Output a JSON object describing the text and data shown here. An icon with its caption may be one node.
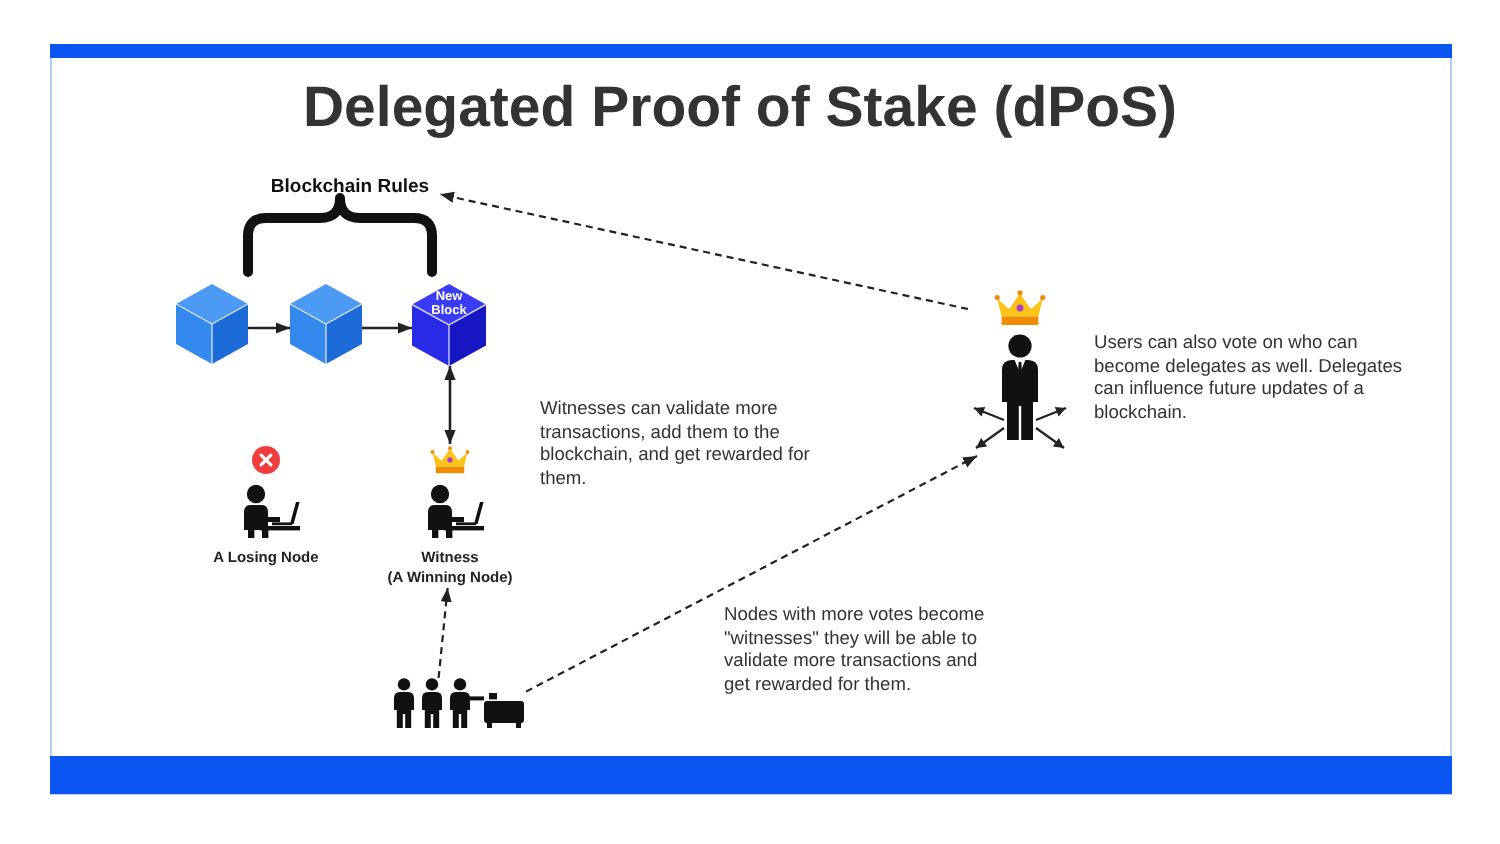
{
  "diagram": {
    "title": "Delegated Proof of Stake (dPoS)",
    "nodes": [
      {
        "text": [
          "Blockchain Rules"
        ]
      },
      {
        "text": [],
        "shape": "cube"
      },
      {
        "text": [],
        "shape": "cube"
      },
      {
        "text": [
          "New Block"
        ]
      },
      {
        "text": [],
        "shape": "person"
      },
      {
        "text": [
          "A Losing Node"
        ]
      },
      {
        "text": [
          "Witness",
          "(A Winning Node)"
        ]
      },
      {
        "text": [],
        "shape": "person"
      }
    ],
    "edges": [
      {
        "from": 1,
        "to": 2,
        "arrow": "to"
      },
      {
        "from": 2,
        "to": 3,
        "arrow": "to"
      },
      {
        "from": 3,
        "to": 6,
        "arrow": "both"
      },
      {
        "from": 7,
        "to": 6,
        "arrow": "to",
        "style": "dashed"
      },
      {
        "from": 7,
        "to": 4,
        "arrow": "to",
        "style": "dashed"
      },
      {
        "from": 4,
        "to": 0,
        "arrow": "to",
        "style": "dashed"
      }
    ],
    "labels": [
      "Users can also vote on who can become delegates as well. Delegates can influence future updates of a blockchain.",
      "Witnesses can validate more transactions, add them to the blockchain, and get rewarded for them.",
      "Nodes with more votes become \"witnesses\" they will be able to validate more transactions and get rewarded for them."
    ]
  }
}
